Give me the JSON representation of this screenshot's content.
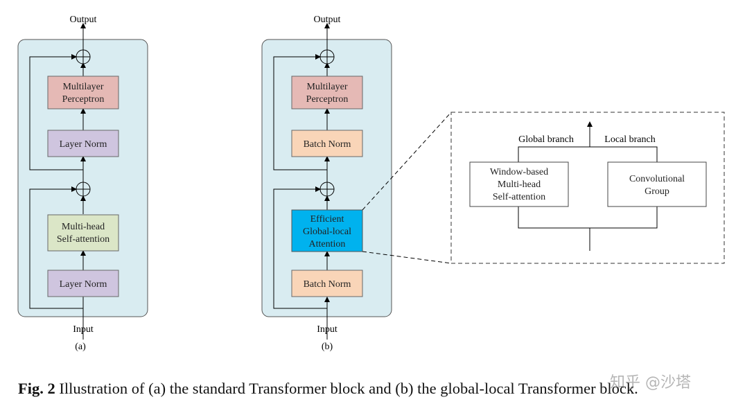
{
  "colors": {
    "panel": "#d9ecf1",
    "mlp": "#e5b9b5",
    "layer_norm": "#cfc5df",
    "mhsa": "#dbe6c7",
    "batch_norm": "#f9d5b8",
    "attention": "#00b2ee"
  },
  "diagram_a": {
    "output": "Output",
    "input": "Input",
    "mlp": [
      "Multilayer",
      "Perceptron"
    ],
    "norm_top": "Layer Norm",
    "attn": [
      "Multi-head",
      "Self-attention"
    ],
    "norm_bottom": "Layer Norm",
    "sublabel": "(a)"
  },
  "diagram_b": {
    "output": "Output",
    "input": "Input",
    "mlp": [
      "Multilayer",
      "Perceptron"
    ],
    "norm_top": "Batch Norm",
    "attn": [
      "Efficient",
      "Global-local",
      "Attention"
    ],
    "norm_bottom": "Batch Norm",
    "sublabel": "(b)"
  },
  "zoom": {
    "global_branch": "Global branch",
    "local_branch": "Local branch",
    "window_attention": [
      "Window-based",
      "Multi-head",
      "Self-attention"
    ],
    "conv_group": [
      "Convolutional",
      "Group"
    ]
  },
  "caption": {
    "prefix": "Fig. 2",
    "text": " Illustration of (a) the standard Transformer block and (b) the global-local Transformer block."
  },
  "watermark": "知乎 @沙塔"
}
